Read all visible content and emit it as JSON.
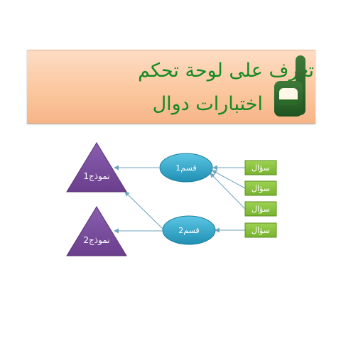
{
  "header": {
    "title_line1": "تعرف على لوحة تحكم",
    "title_line2": "اختبارات دوال"
  },
  "diagram": {
    "models": [
      {
        "id": "m1",
        "label": "نموذج1"
      },
      {
        "id": "m2",
        "label": "نموذج2"
      }
    ],
    "sections": [
      {
        "id": "s1",
        "label": "قسم1"
      },
      {
        "id": "s2",
        "label": "قسم2"
      }
    ],
    "questions": [
      {
        "id": "q1",
        "label": "سؤال"
      },
      {
        "id": "q2",
        "label": "سؤال"
      },
      {
        "id": "q3",
        "label": "سؤال"
      },
      {
        "id": "q4",
        "label": "سؤال"
      }
    ]
  },
  "colors": {
    "title": "#148a22",
    "triangle": "#7b4f9e",
    "ellipse": "#30a9c9",
    "question_box": "#8cc63f",
    "arrow": "#6fa3bd"
  }
}
